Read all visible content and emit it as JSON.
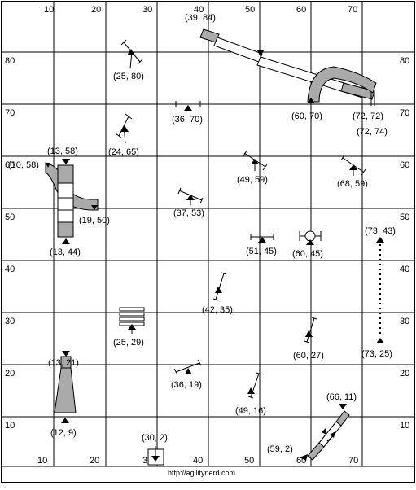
{
  "field": {
    "x_ticks": [
      "10",
      "20",
      "30",
      "40",
      "50",
      "60",
      "70"
    ],
    "x_ticks_bottom": [
      "10",
      "20",
      "30",
      "40",
      "50",
      "60",
      "70"
    ],
    "y_ticks_left": [
      "80",
      "70",
      "60",
      "50",
      "40",
      "30",
      "20",
      "10"
    ],
    "y_ticks_right": [
      "80",
      "70",
      "60",
      "50",
      "40",
      "30",
      "20",
      "10"
    ],
    "footer_url": "http://agilitynerd.com"
  },
  "coords": {
    "c39_84": "(39, 84)",
    "c25_80": "(25, 80)",
    "c36_70": "(36, 70)",
    "c60_70": "(60, 70)",
    "c72_72": "(72, 72)",
    "c72_74": "(72, 74)",
    "c13_58": "(13, 58)",
    "c24_65": "(24, 65)",
    "c10_58": "(10, 58)",
    "c49_59": "(49, 59)",
    "c68_59": "(68, 59)",
    "c37_53": "(37, 53)",
    "c19_50": "(19, 50)",
    "c73_43": "(73, 43)",
    "c51_45": "(51, 45)",
    "c60_45": "(60, 45)",
    "c13_44": "(13, 44)",
    "c42_35": "(42, 35)",
    "c25_29": "(25, 29)",
    "c60_27": "(60, 27)",
    "c73_25": "(73, 25)",
    "c13_21": "(13, 21)",
    "c36_19": "(36, 19)",
    "c49_16": "(49, 16)",
    "c66_11": "(66, 11)",
    "c12_9": "(12, 9)",
    "c30_2": "(30, 2)",
    "c59_2": "(59, 2)"
  }
}
